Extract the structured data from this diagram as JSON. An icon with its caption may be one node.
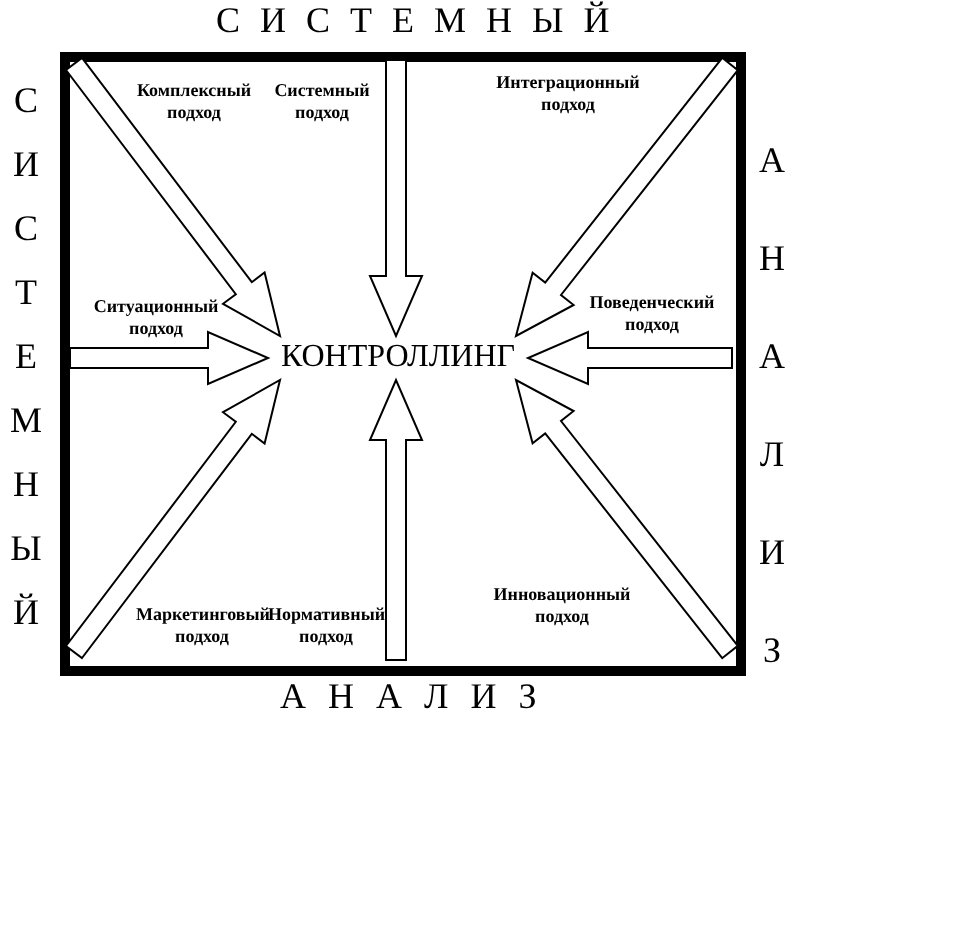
{
  "diagram": {
    "nodes": [
      {
        "text": [
          "КОНТРОЛЛИНГ"
        ]
      },
      {
        "text": [
          "Комплексный подход"
        ]
      },
      {
        "text": [
          "Системный подход"
        ]
      },
      {
        "text": [
          "Интеграционный подход"
        ]
      },
      {
        "text": [
          "Ситуационный подход"
        ]
      },
      {
        "text": [
          "Поведенческий подход"
        ]
      },
      {
        "text": [
          "Маркетинговый подход"
        ]
      },
      {
        "text": [
          "Нормативный подход"
        ]
      },
      {
        "text": [
          "Инновационный подход"
        ]
      }
    ],
    "edges": [
      {
        "from": 1,
        "to": 0,
        "arrow": "to"
      },
      {
        "from": 2,
        "to": 0,
        "arrow": "to"
      },
      {
        "from": 3,
        "to": 0,
        "arrow": "to"
      },
      {
        "from": 4,
        "to": 0,
        "arrow": "to"
      },
      {
        "from": 5,
        "to": 0,
        "arrow": "to"
      },
      {
        "from": 6,
        "to": 0,
        "arrow": "to"
      },
      {
        "from": 7,
        "to": 0,
        "arrow": "to"
      },
      {
        "from": 8,
        "to": 0,
        "arrow": "to"
      }
    ],
    "labels": [
      "СИСТЕМНЫЙ",
      "СИСТЕМНЫЙ",
      "АНАЛИЗ",
      "АНАЛИЗ"
    ]
  }
}
